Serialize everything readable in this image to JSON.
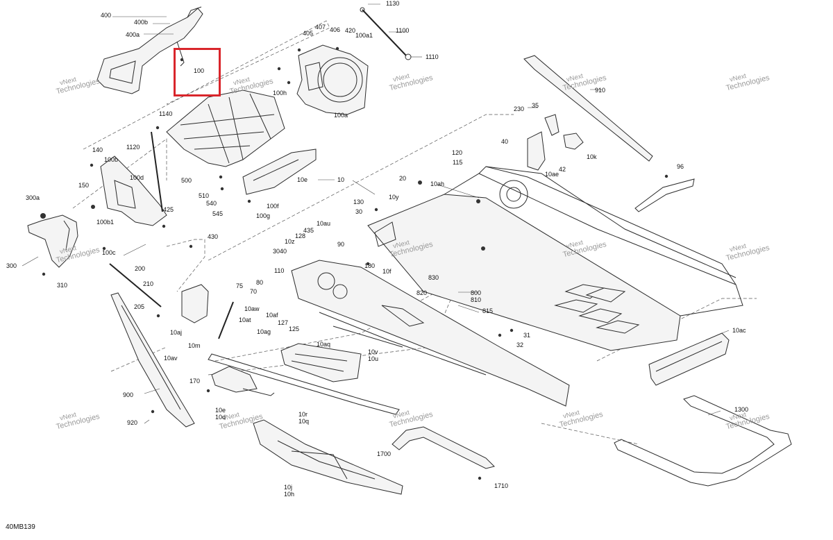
{
  "diagram": {
    "code": "40MB139",
    "highlighted_callout": "100",
    "watermark": {
      "line1": "vNext",
      "line2": "Technologies"
    },
    "callouts": [
      "400",
      "400b",
      "400a",
      "1130",
      "407",
      "406",
      "420",
      "405",
      "100a1",
      "1100",
      "1110",
      "100",
      "100h",
      "100a",
      "910",
      "230",
      "35",
      "1140",
      "40",
      "10k",
      "1120",
      "140",
      "100b",
      "120",
      "115",
      "42",
      "10ae",
      "96",
      "100d",
      "500",
      "10e",
      "10ah",
      "20",
      "510",
      "540",
      "545",
      "100f",
      "100g",
      "10",
      "150",
      "300a",
      "10y",
      "130",
      "30",
      "425",
      "100b1",
      "10au",
      "435",
      "128",
      "10z",
      "3040",
      "90",
      "430",
      "100c",
      "300",
      "310",
      "180",
      "110",
      "200",
      "210",
      "75",
      "80",
      "70",
      "10f",
      "830",
      "820",
      "800",
      "810",
      "815",
      "205",
      "10aw",
      "10af",
      "10at",
      "127",
      "125",
      "10aj",
      "10ag",
      "10aq",
      "10m",
      "31",
      "32",
      "10ac",
      "10av",
      "10v",
      "10u",
      "170",
      "900",
      "10e",
      "10d",
      "10r",
      "10q",
      "920",
      "1300",
      "1700",
      "1710",
      "10j",
      "10h"
    ]
  }
}
